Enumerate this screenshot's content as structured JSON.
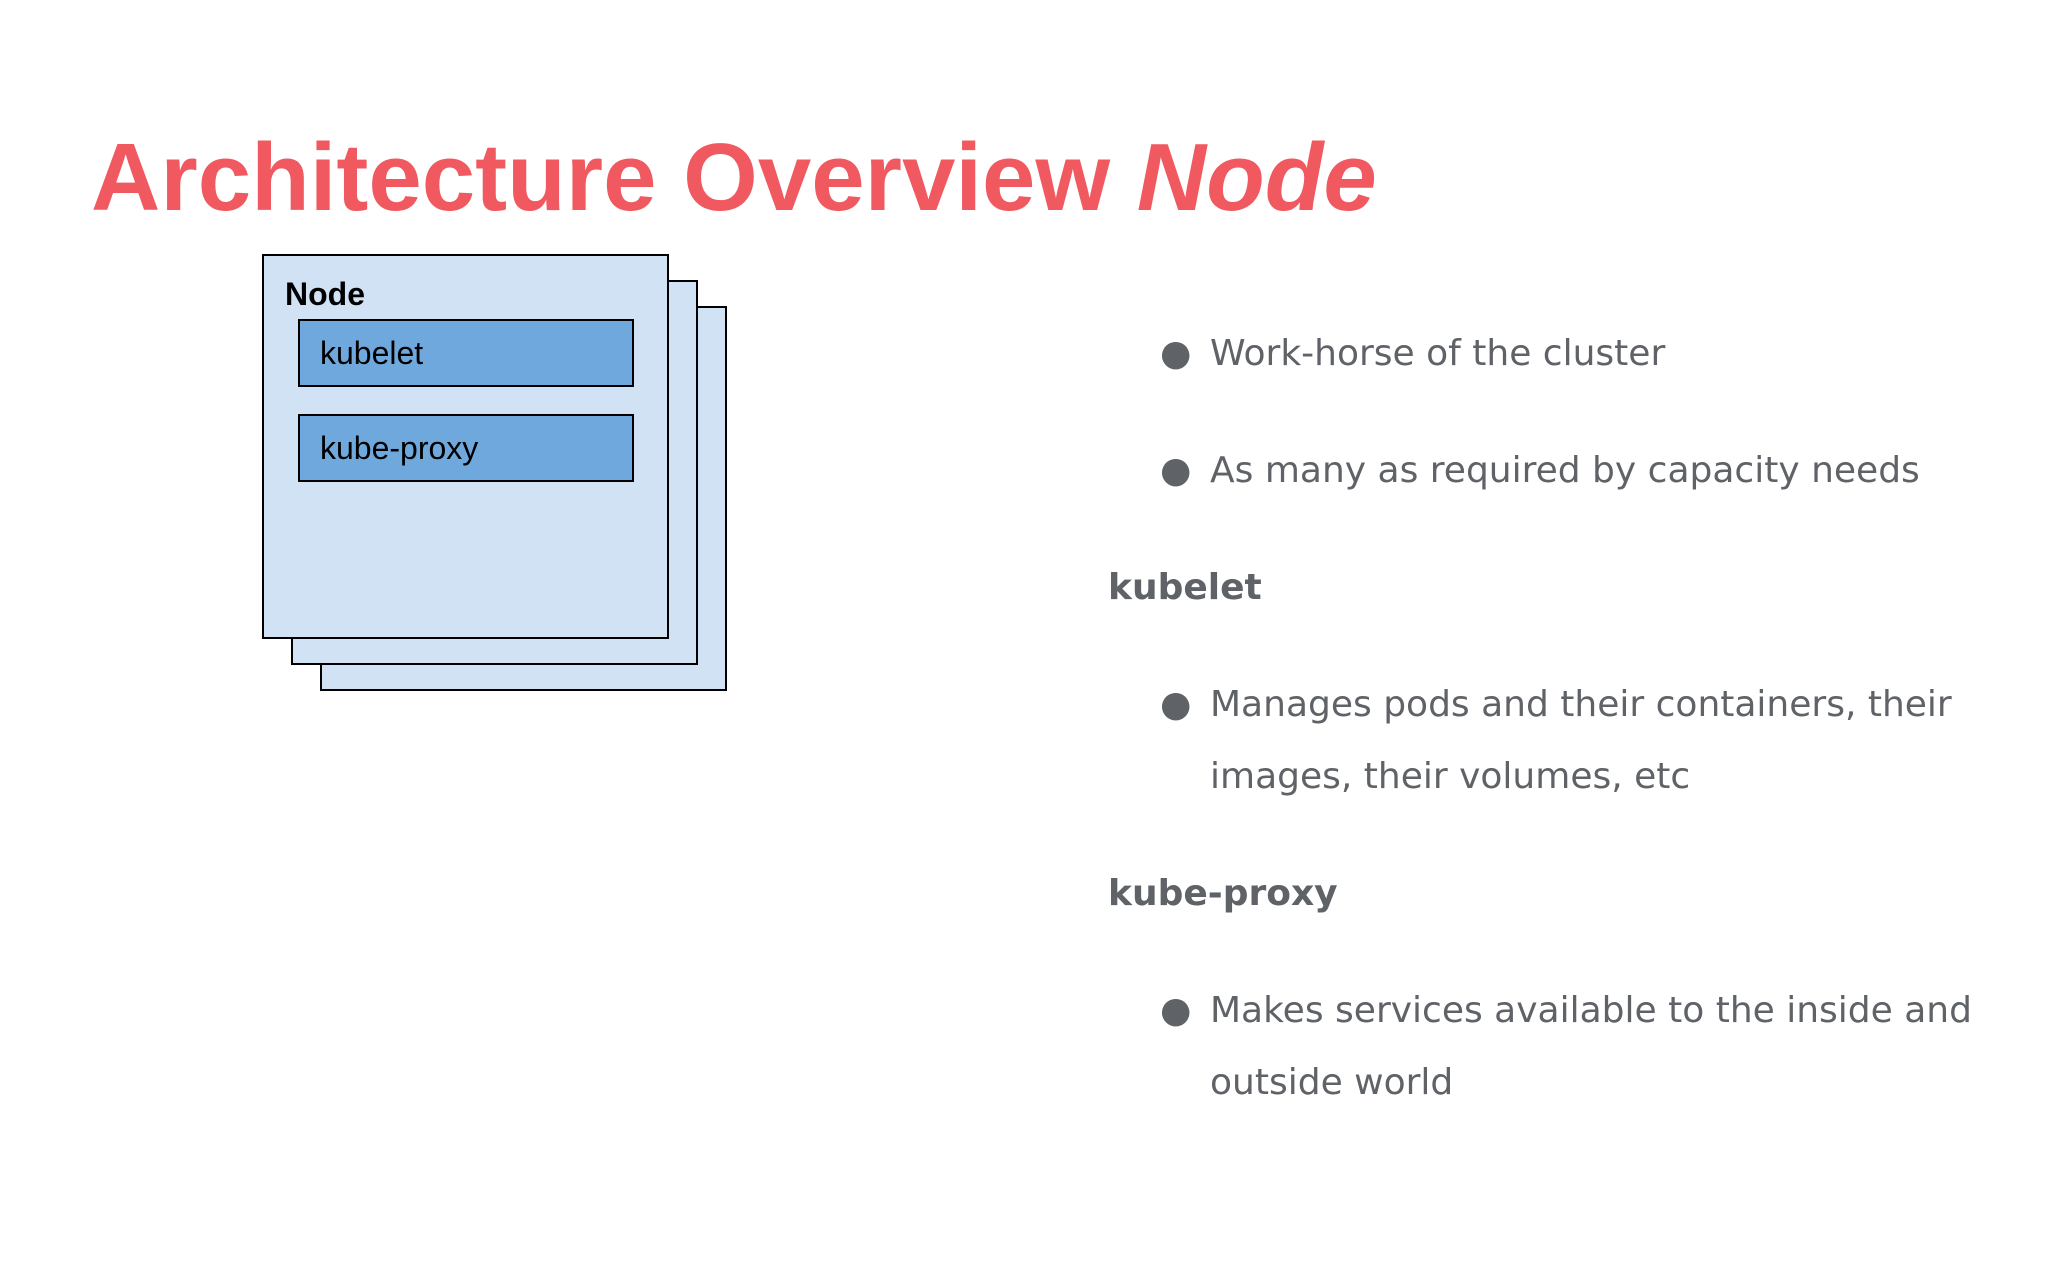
{
  "title": {
    "main": "Architecture Overview",
    "emphasis": "Node"
  },
  "diagram": {
    "node_label": "Node",
    "components": [
      "kubelet",
      "kube-proxy"
    ]
  },
  "intro_bullets": [
    "Work-horse of the cluster",
    "As many as required by capacity needs"
  ],
  "sections": [
    {
      "heading": "kubelet",
      "bullets": [
        "Manages pods and their containers, their images, their volumes, etc"
      ]
    },
    {
      "heading": "kube-proxy",
      "bullets": [
        "Makes services available to the inside and outside world"
      ]
    }
  ],
  "bullet_glyph": "●",
  "colors": {
    "title": "#f0595f",
    "node_fill": "#d0e2f4",
    "component_fill": "#6fa8dc",
    "body_text": "#5f6368"
  }
}
